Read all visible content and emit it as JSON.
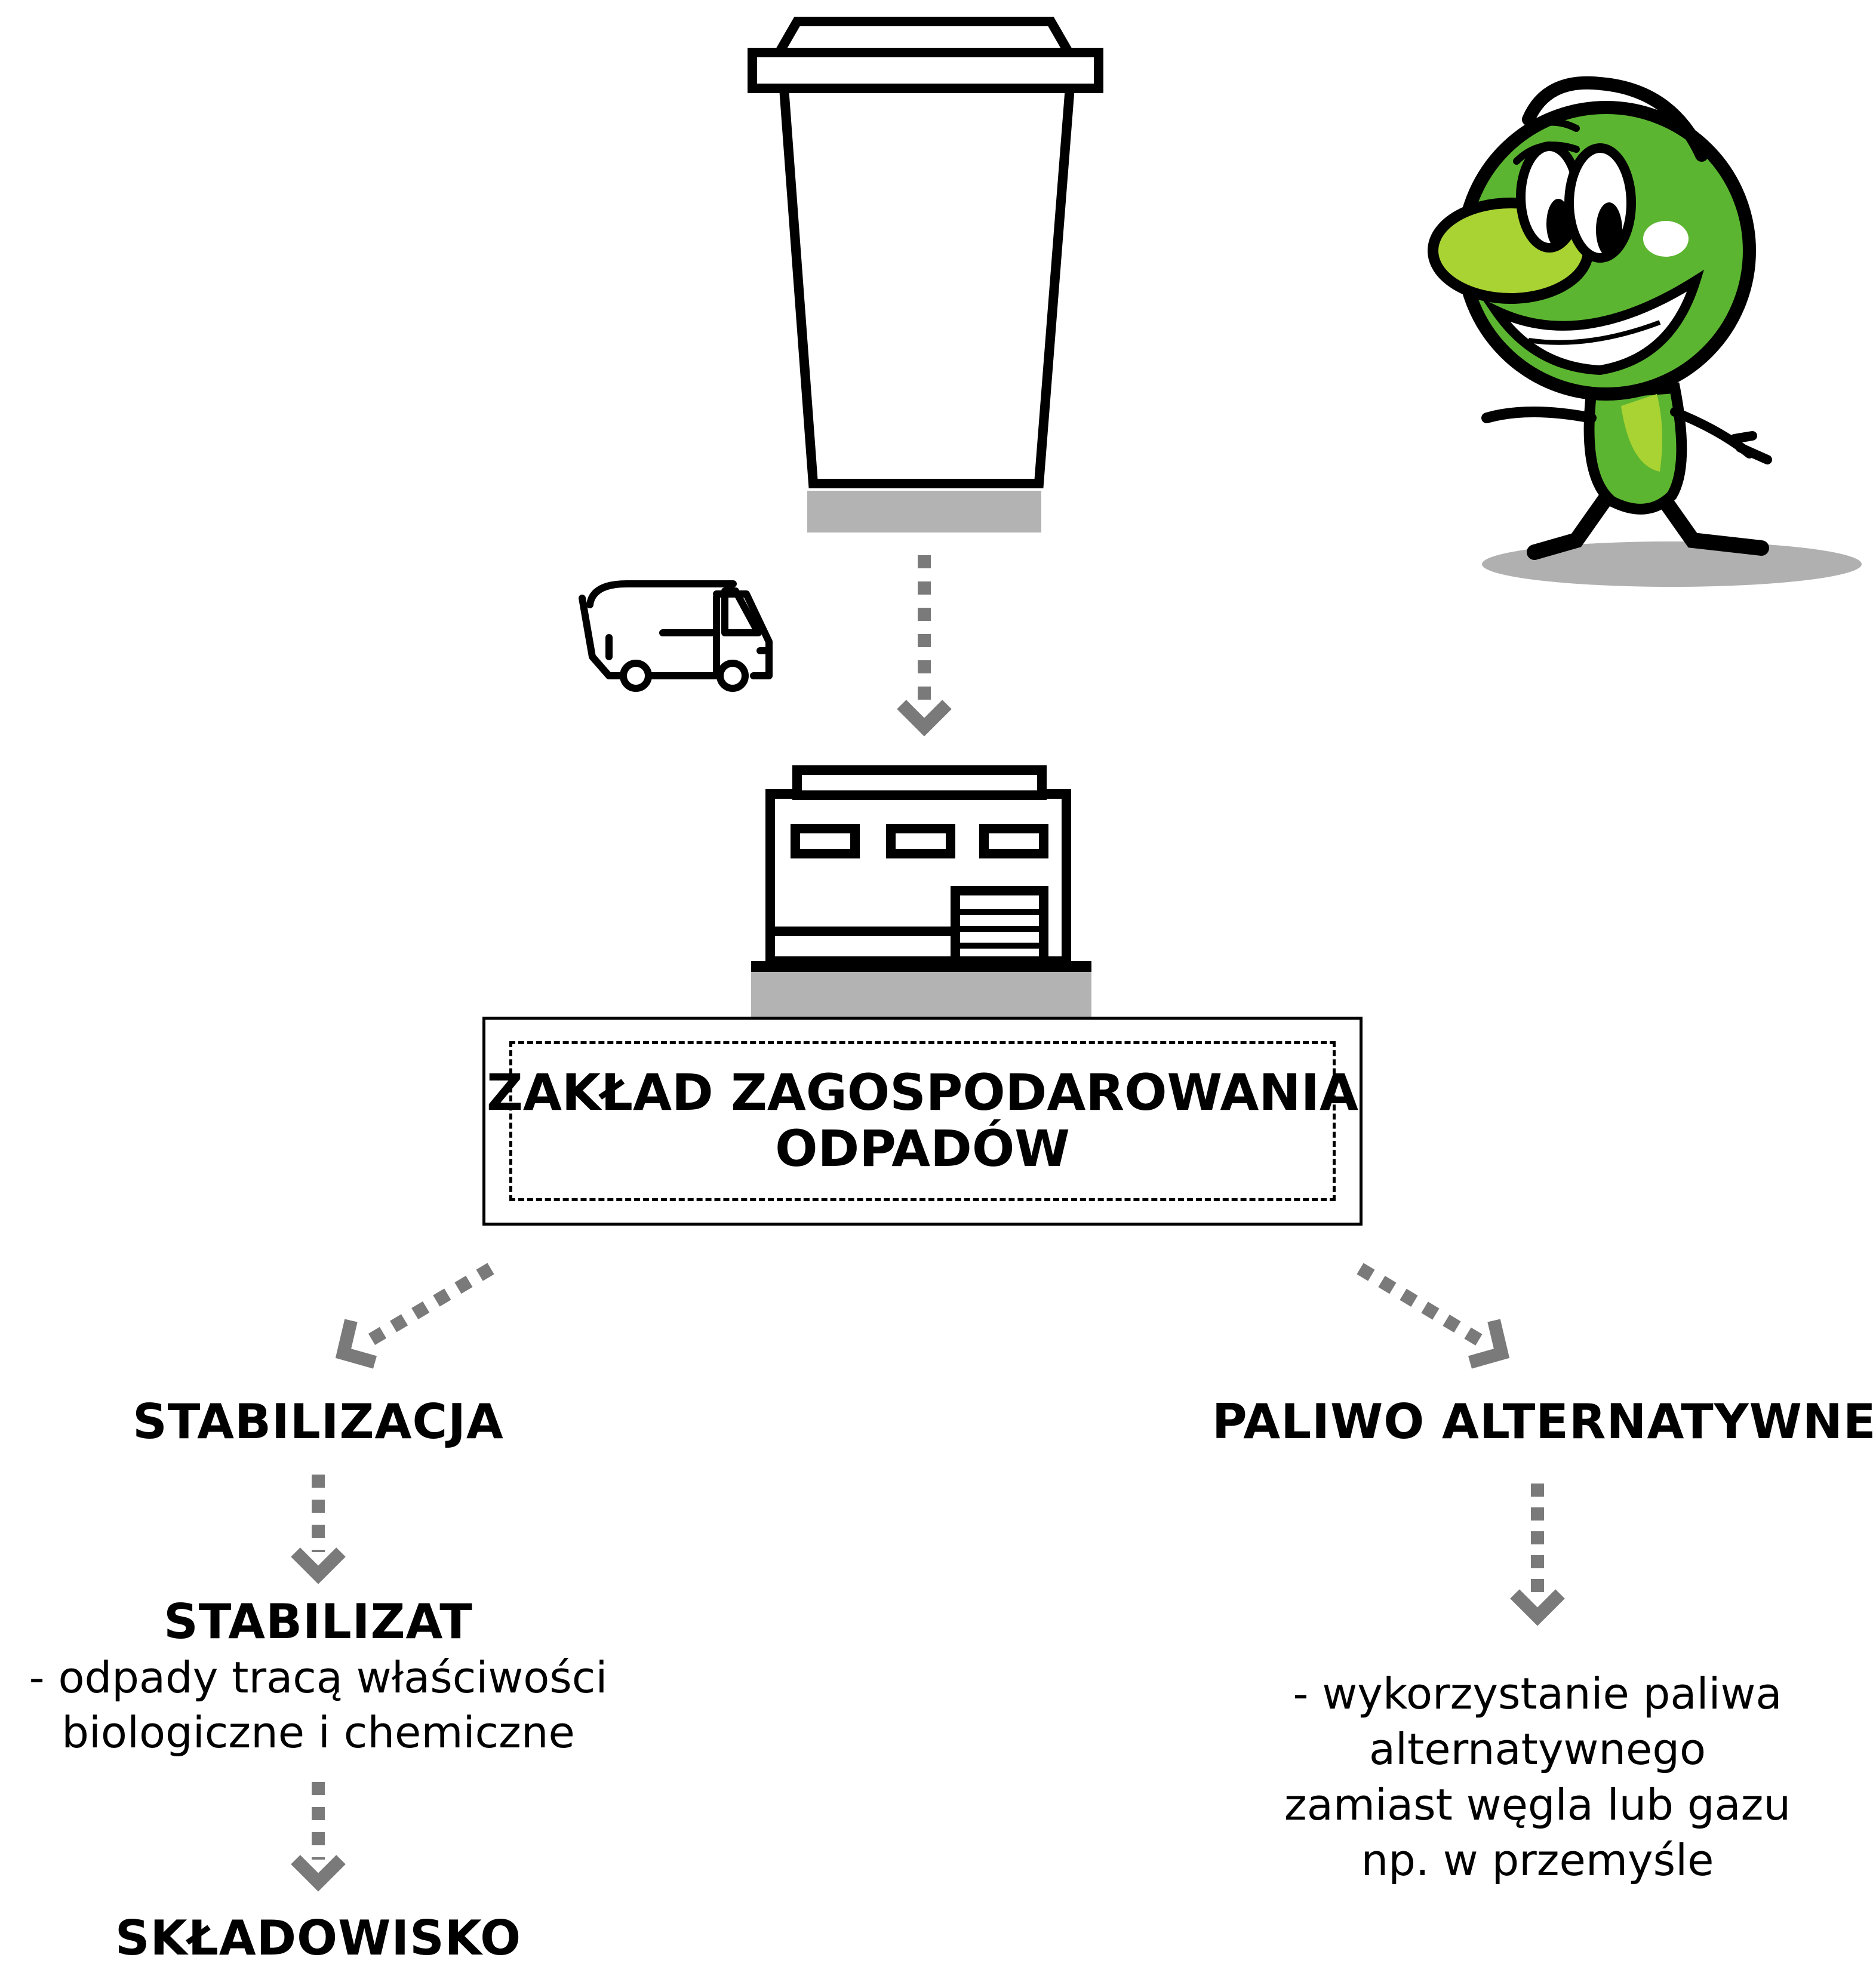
{
  "facility": {
    "line1": "ZAKŁAD ZAGOSPODAROWANIA",
    "line2": "ODPADÓW"
  },
  "left_branch": {
    "title": "STABILIZACJA",
    "result_title": "STABILIZAT",
    "result_desc_line1": "- odpady tracą właściwości",
    "result_desc_line2": "biologiczne i chemiczne",
    "final": "SKŁADOWISKO"
  },
  "right_branch": {
    "title": "PALIWO ALTERNATYWNE",
    "desc_line1": "- wykorzystanie paliwa",
    "desc_line2": "alternatywnego",
    "desc_line3": "zamiast węgla lub gazu",
    "desc_line4": "np. w przemyśle"
  },
  "icons": {
    "bin": "waste-bin-icon",
    "truck": "garbage-truck-icon",
    "building": "facility-building-icon",
    "mascot": "green-mascot-illustration"
  },
  "colors": {
    "arrow": "#7a7a7a",
    "pedestal": "#b3b3b3",
    "mascot_green": "#5cb531",
    "mascot_light": "#a9d233",
    "shadow": "#b0b0b0"
  }
}
